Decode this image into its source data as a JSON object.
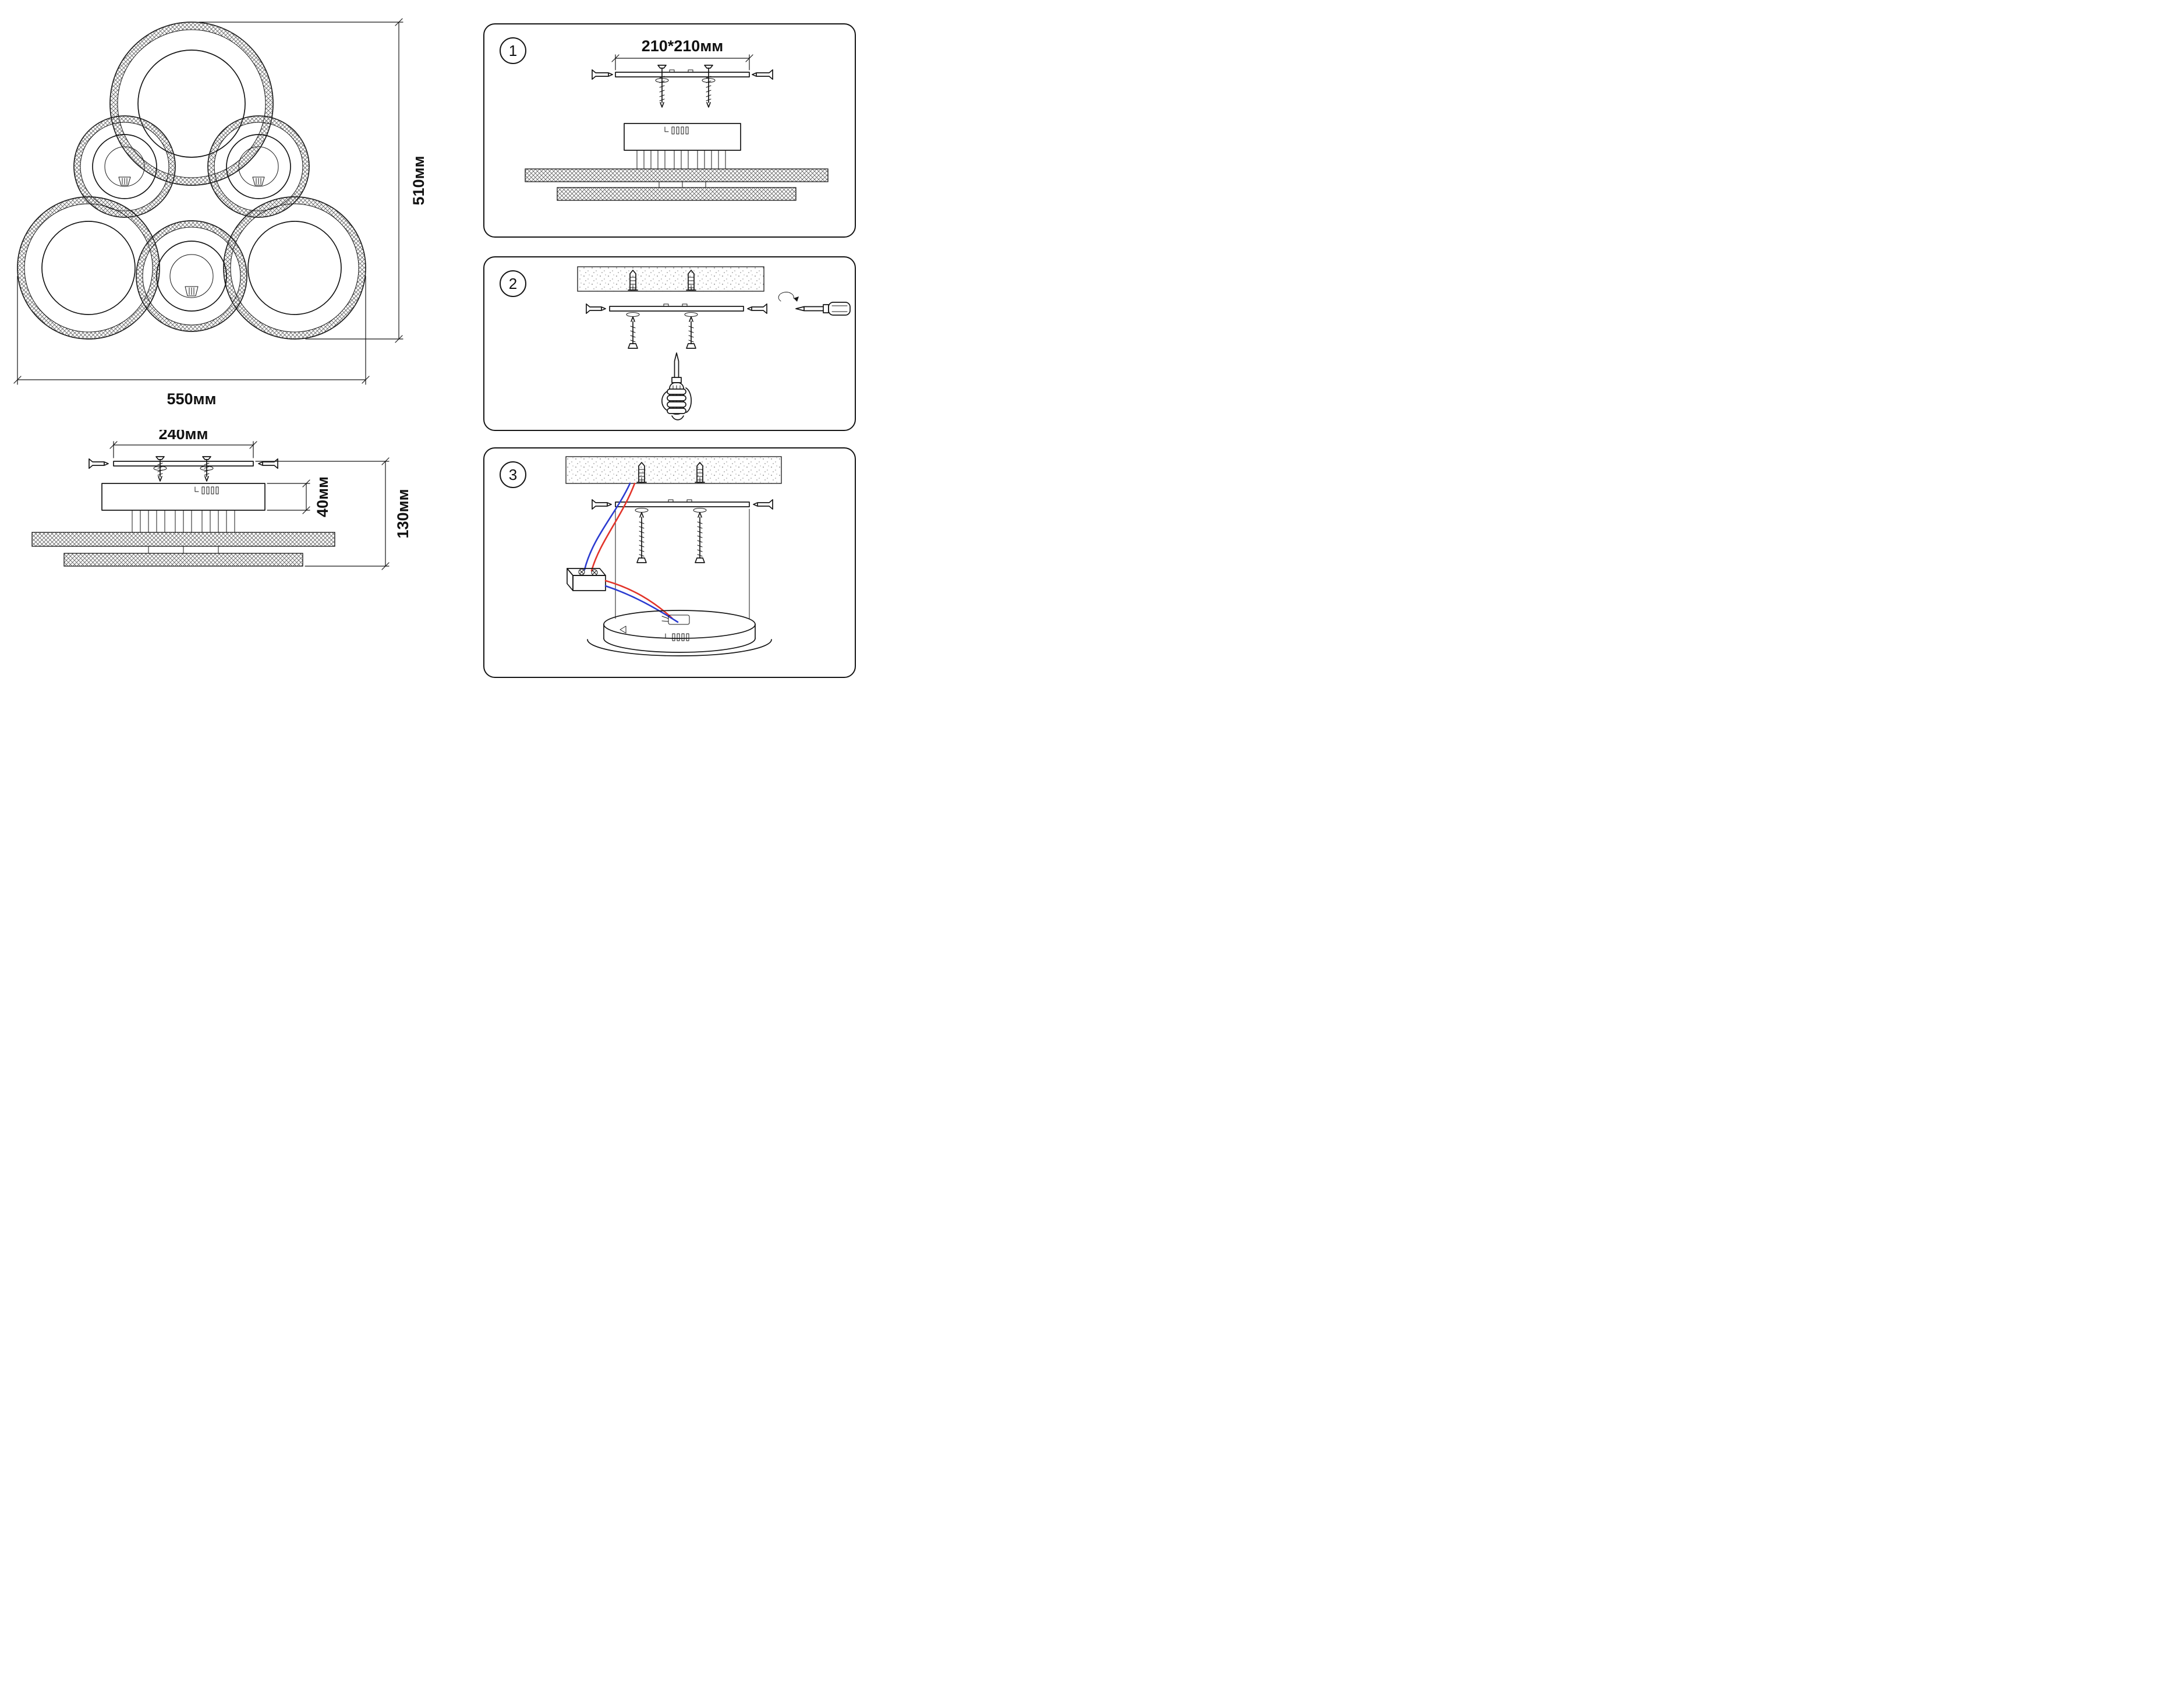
{
  "front_view": {
    "height_label": "510мм",
    "width_label": "550мм"
  },
  "side_view": {
    "bracket_width_label": "240мм",
    "canopy_height_label": "40мм",
    "fixture_height_label": "130мм"
  },
  "steps": [
    {
      "number": "1",
      "bracket_dimension_label": "210*210мм"
    },
    {
      "number": "2"
    },
    {
      "number": "3"
    }
  ],
  "colors": {
    "line": "#151515",
    "wire_live": "#e2342a",
    "wire_neutral": "#2b3bd0"
  }
}
